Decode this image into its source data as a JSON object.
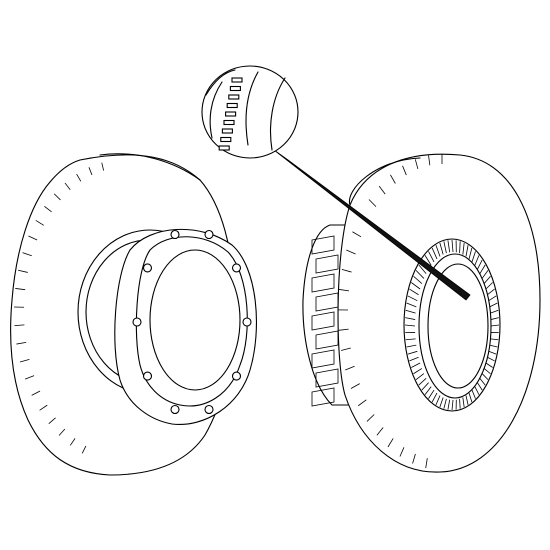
{
  "figure": {
    "items": [
      {
        "kind": "brake-disc",
        "view": "front"
      },
      {
        "kind": "brake-disc",
        "view": "rear"
      }
    ],
    "detail_callout": "abs-tone-ring",
    "colors": {
      "line": "#000000",
      "background": "#ffffff"
    }
  }
}
